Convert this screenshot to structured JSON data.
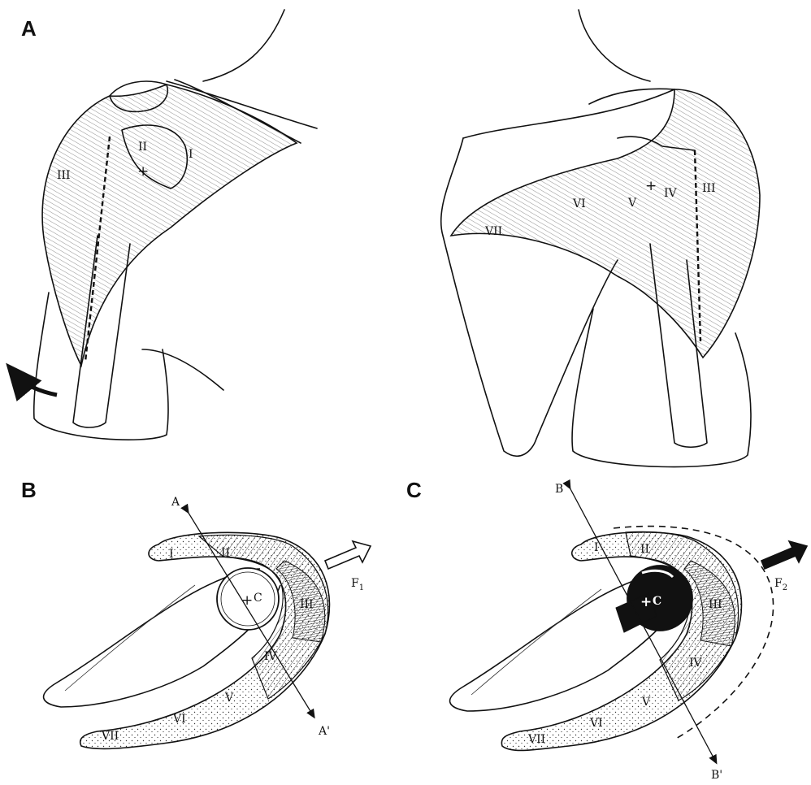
{
  "panels": {
    "a": {
      "letter": "A"
    },
    "b": {
      "letter": "B"
    },
    "c": {
      "letter": "C"
    }
  },
  "panel_a_left": {
    "segments": [
      "III",
      "II",
      "I"
    ]
  },
  "panel_a_right": {
    "segments": [
      "III",
      "IV",
      "V",
      "VI",
      "VII"
    ]
  },
  "panel_b": {
    "segments": [
      "I",
      "II",
      "III",
      "IV",
      "V",
      "VI",
      "VII"
    ],
    "axis_top": "A",
    "axis_bottom": "A'",
    "center": "C",
    "force": "F",
    "force_sub": "1"
  },
  "panel_c": {
    "segments": [
      "I",
      "II",
      "III",
      "IV",
      "V",
      "VI",
      "VII"
    ],
    "axis_top": "B",
    "axis_bottom": "B'",
    "center": "C",
    "force": "F",
    "force_sub": "2"
  },
  "colors": {
    "ink": "#111111",
    "paper": "#ffffff"
  }
}
